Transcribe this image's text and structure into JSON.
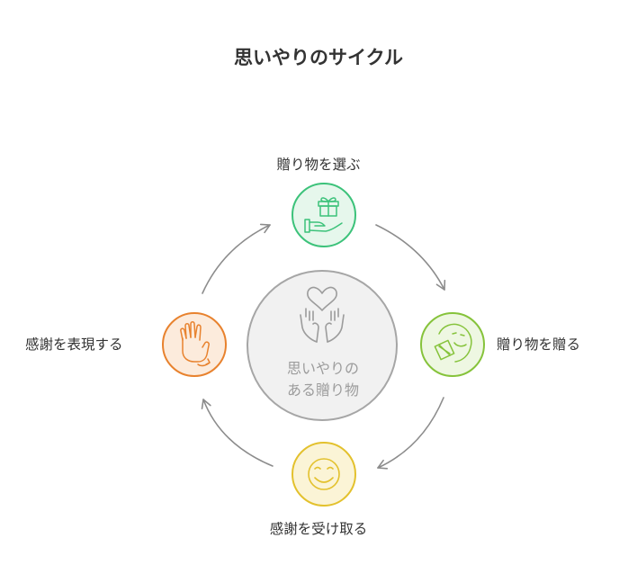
{
  "title": "思いやりのサイクル",
  "center": {
    "line1": "思いやりの",
    "line2": "ある贈り物",
    "icon": "hands-heart-icon"
  },
  "steps": [
    {
      "label": "贈り物を選ぶ",
      "icon": "gift-hand-icon",
      "color": "#3cc27a",
      "fill": "#e6f7ec"
    },
    {
      "label": "贈り物を贈る",
      "icon": "smile-gift-icon",
      "color": "#86c33b",
      "fill": "#eef7e2"
    },
    {
      "label": "感謝を受け取る",
      "icon": "smile-icon",
      "color": "#e3c12d",
      "fill": "#fbf4d6"
    },
    {
      "label": "感謝を表現する",
      "icon": "waving-hand-icon",
      "color": "#e8822e",
      "fill": "#fcebdc"
    }
  ],
  "colors": {
    "arrow": "#8c8c8c",
    "center_stroke": "#a6a6a6",
    "center_fill": "#f1f1f1"
  }
}
